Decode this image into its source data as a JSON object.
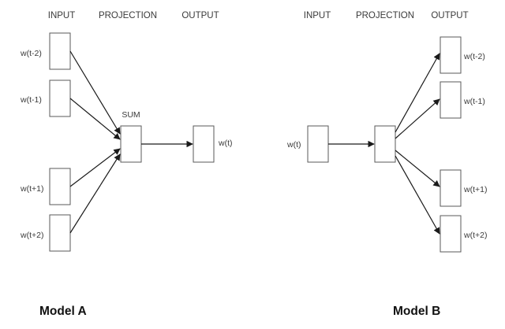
{
  "model_a": {
    "headers": {
      "input": "INPUT",
      "projection": "PROJECTION",
      "output": "OUTPUT"
    },
    "inputs": [
      "w(t-2)",
      "w(t-1)",
      "w(t+1)",
      "w(t+2)"
    ],
    "projection_label": "SUM",
    "output": "w(t)",
    "caption": "Model A"
  },
  "model_b": {
    "headers": {
      "input": "INPUT",
      "projection": "PROJECTION",
      "output": "OUTPUT"
    },
    "input": "w(t)",
    "outputs": [
      "w(t-2)",
      "w(t-1)",
      "w(t+1)",
      "w(t+2)"
    ],
    "caption": "Model B"
  }
}
